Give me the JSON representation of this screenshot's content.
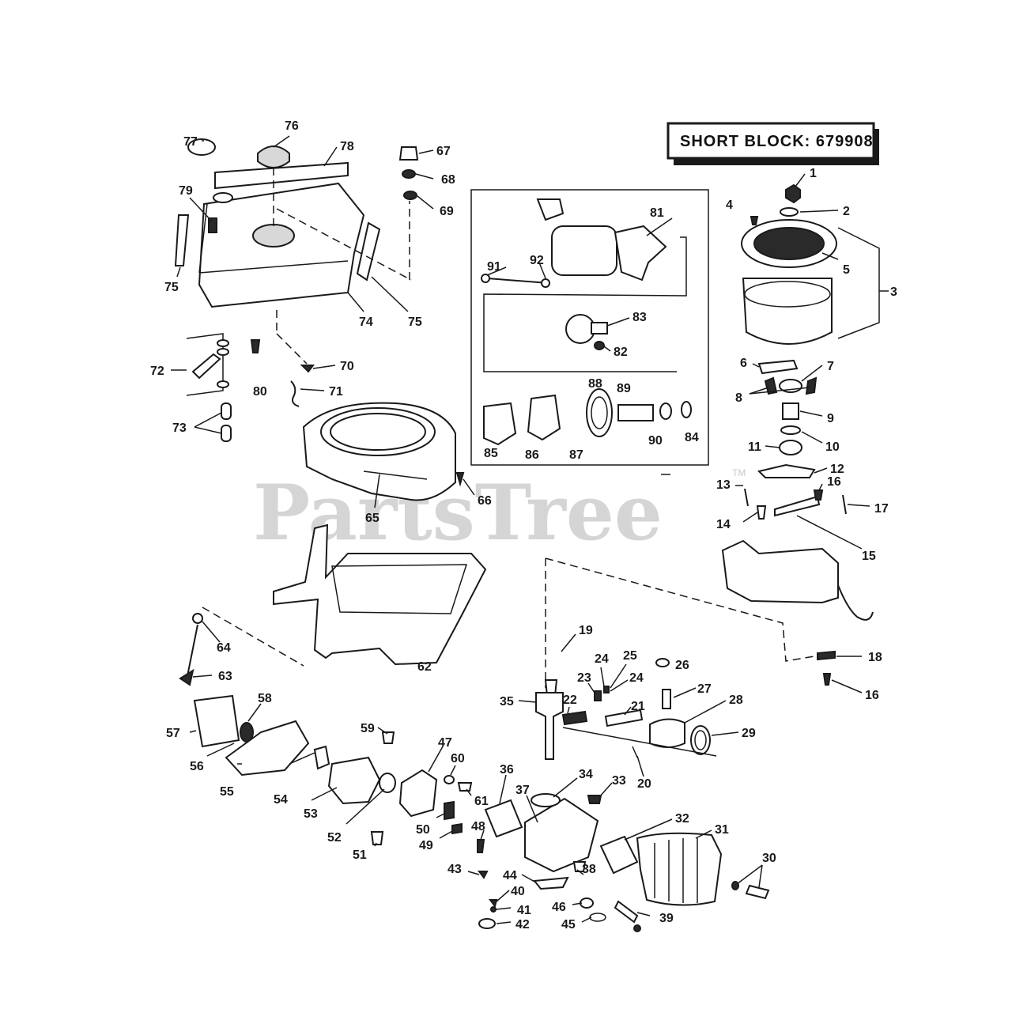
{
  "title_box": {
    "text": "SHORT BLOCK: 679908"
  },
  "watermark": {
    "text": "PartsTree",
    "tm": "TM"
  },
  "labels": {
    "l1": "1",
    "l2": "2",
    "l3": "3",
    "l4": "4",
    "l5": "5",
    "l6": "6",
    "l7": "7",
    "l8": "8",
    "l9": "9",
    "l10": "10",
    "l11": "11",
    "l12": "12",
    "l13": "13",
    "l14": "14",
    "l15": "15",
    "l16a": "16",
    "l16b": "16",
    "l17": "17",
    "l18": "18",
    "l19": "19",
    "l20": "20",
    "l21": "21",
    "l22": "22",
    "l23": "23",
    "l24a": "24",
    "l24b": "24",
    "l25": "25",
    "l26": "26",
    "l27": "27",
    "l28": "28",
    "l29": "29",
    "l30": "30",
    "l31": "31",
    "l32": "32",
    "l33": "33",
    "l34": "34",
    "l35": "35",
    "l36": "36",
    "l37": "37",
    "l38": "38",
    "l39": "39",
    "l40": "40",
    "l41": "41",
    "l42": "42",
    "l43": "43",
    "l44": "44",
    "l45": "45",
    "l46": "46",
    "l47": "47",
    "l48": "48",
    "l49": "49",
    "l50": "50",
    "l51": "51",
    "l52": "52",
    "l53": "53",
    "l54": "54",
    "l55": "55",
    "l56": "56",
    "l57": "57",
    "l58": "58",
    "l59": "59",
    "l60": "60",
    "l61": "61",
    "l62": "62",
    "l63": "63",
    "l64": "64",
    "l65": "65",
    "l66": "66",
    "l67": "67",
    "l68": "68",
    "l69": "69",
    "l70": "70",
    "l71": "71",
    "l72": "72",
    "l73": "73",
    "l74": "74",
    "l75a": "75",
    "l75b": "75",
    "l76": "76",
    "l77": "77",
    "l78": "78",
    "l79": "79",
    "l80": "80",
    "l81": "81",
    "l82": "82",
    "l83": "83",
    "l84": "84",
    "l85": "85",
    "l86": "86",
    "l87": "87",
    "l88": "88",
    "l89": "89",
    "l90": "90",
    "l91": "91",
    "l92": "92"
  },
  "colors": {
    "ink": "#1a1a1a",
    "watermark": "#c8c8c8",
    "background": "#ffffff"
  }
}
